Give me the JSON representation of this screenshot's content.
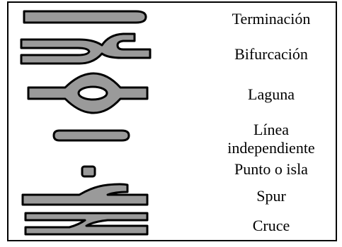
{
  "labels": {
    "termination": "Terminación",
    "bifurcation": "Bifurcación",
    "lagoon": "Laguna",
    "independent_line_1": "Línea",
    "independent_line_2": "independiente",
    "point": "Punto o isla",
    "spur": "Spur",
    "crossing": "Cruce"
  },
  "colors": {
    "ridge_fill": "#9a9a9a",
    "outline": "#000000",
    "background": "#ffffff"
  }
}
